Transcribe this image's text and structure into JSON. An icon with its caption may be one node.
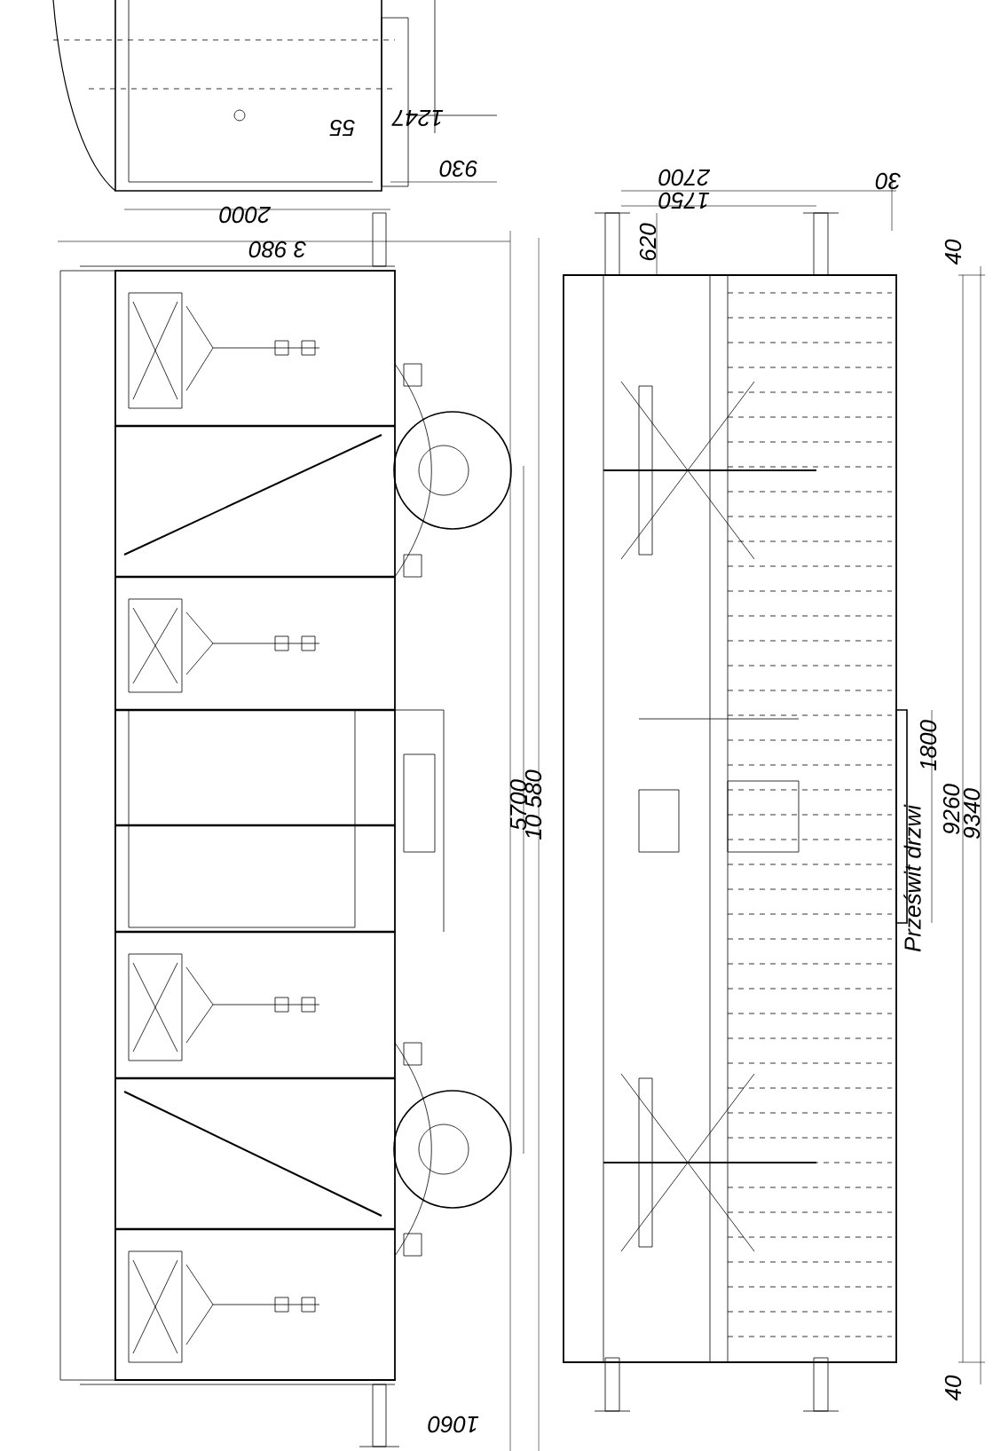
{
  "diagram": {
    "labels": [
      "55",
      "1247",
      "930",
      "2700",
      "30",
      "1750",
      "2000",
      "3 980",
      "620",
      "40",
      "5700",
      "10 580",
      "1800",
      "Prześwit drzwi",
      "9260",
      "9340",
      "40",
      "1060"
    ]
  }
}
